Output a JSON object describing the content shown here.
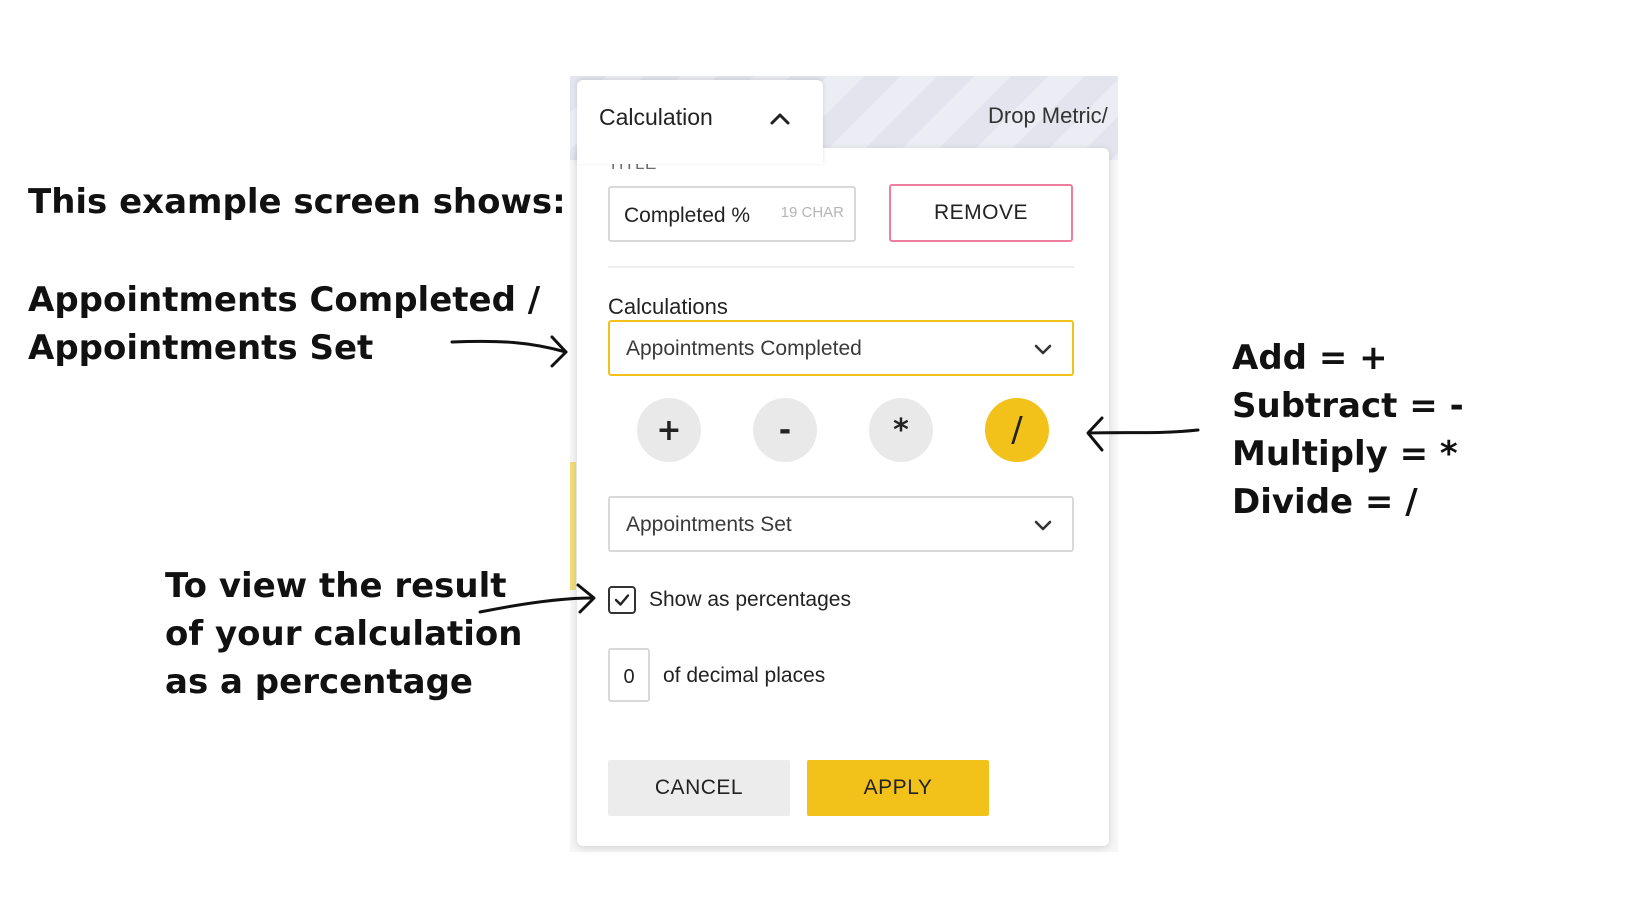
{
  "annotations": {
    "intro": "This example screen shows:",
    "example_line1": "Appointments Completed /",
    "example_line2": "Appointments Set",
    "ops_add": "Add = +",
    "ops_subtract": "Subtract = -",
    "ops_multiply": "Multiply = *",
    "ops_divide": "Divide = /",
    "percent_line1": "To view the result",
    "percent_line2": "of your calculation",
    "percent_line3": "as a percentage"
  },
  "background": {
    "drop_metric_label": "Drop Metric/"
  },
  "panel": {
    "tab_title": "Calculation",
    "title_label": "TITLE",
    "title_value": "Completed %",
    "title_char_count": "19 CHAR",
    "remove_label": "REMOVE",
    "calculations_label": "Calculations",
    "first_metric": "Appointments Completed",
    "second_metric": "Appointments Set",
    "operators": [
      {
        "symbol": "+",
        "name": "add",
        "active": false
      },
      {
        "symbol": "-",
        "name": "subtract",
        "active": false
      },
      {
        "symbol": "*",
        "name": "multiply",
        "active": false
      },
      {
        "symbol": "/",
        "name": "divide",
        "active": true
      }
    ],
    "show_percentages_label": "Show as percentages",
    "show_percentages_checked": true,
    "decimal_places_value": "0",
    "decimal_places_label": "of decimal places",
    "cancel_label": "CANCEL",
    "apply_label": "APPLY"
  },
  "colors": {
    "accent_yellow": "#f2c21b",
    "remove_border_pink": "#ef7e9e",
    "neutral_button": "#e9e9e9"
  },
  "icons": {
    "tab_toggle": "chevron-up-icon",
    "select_dropdown": "chevron-down-icon",
    "checkbox_mark": "check-icon"
  }
}
